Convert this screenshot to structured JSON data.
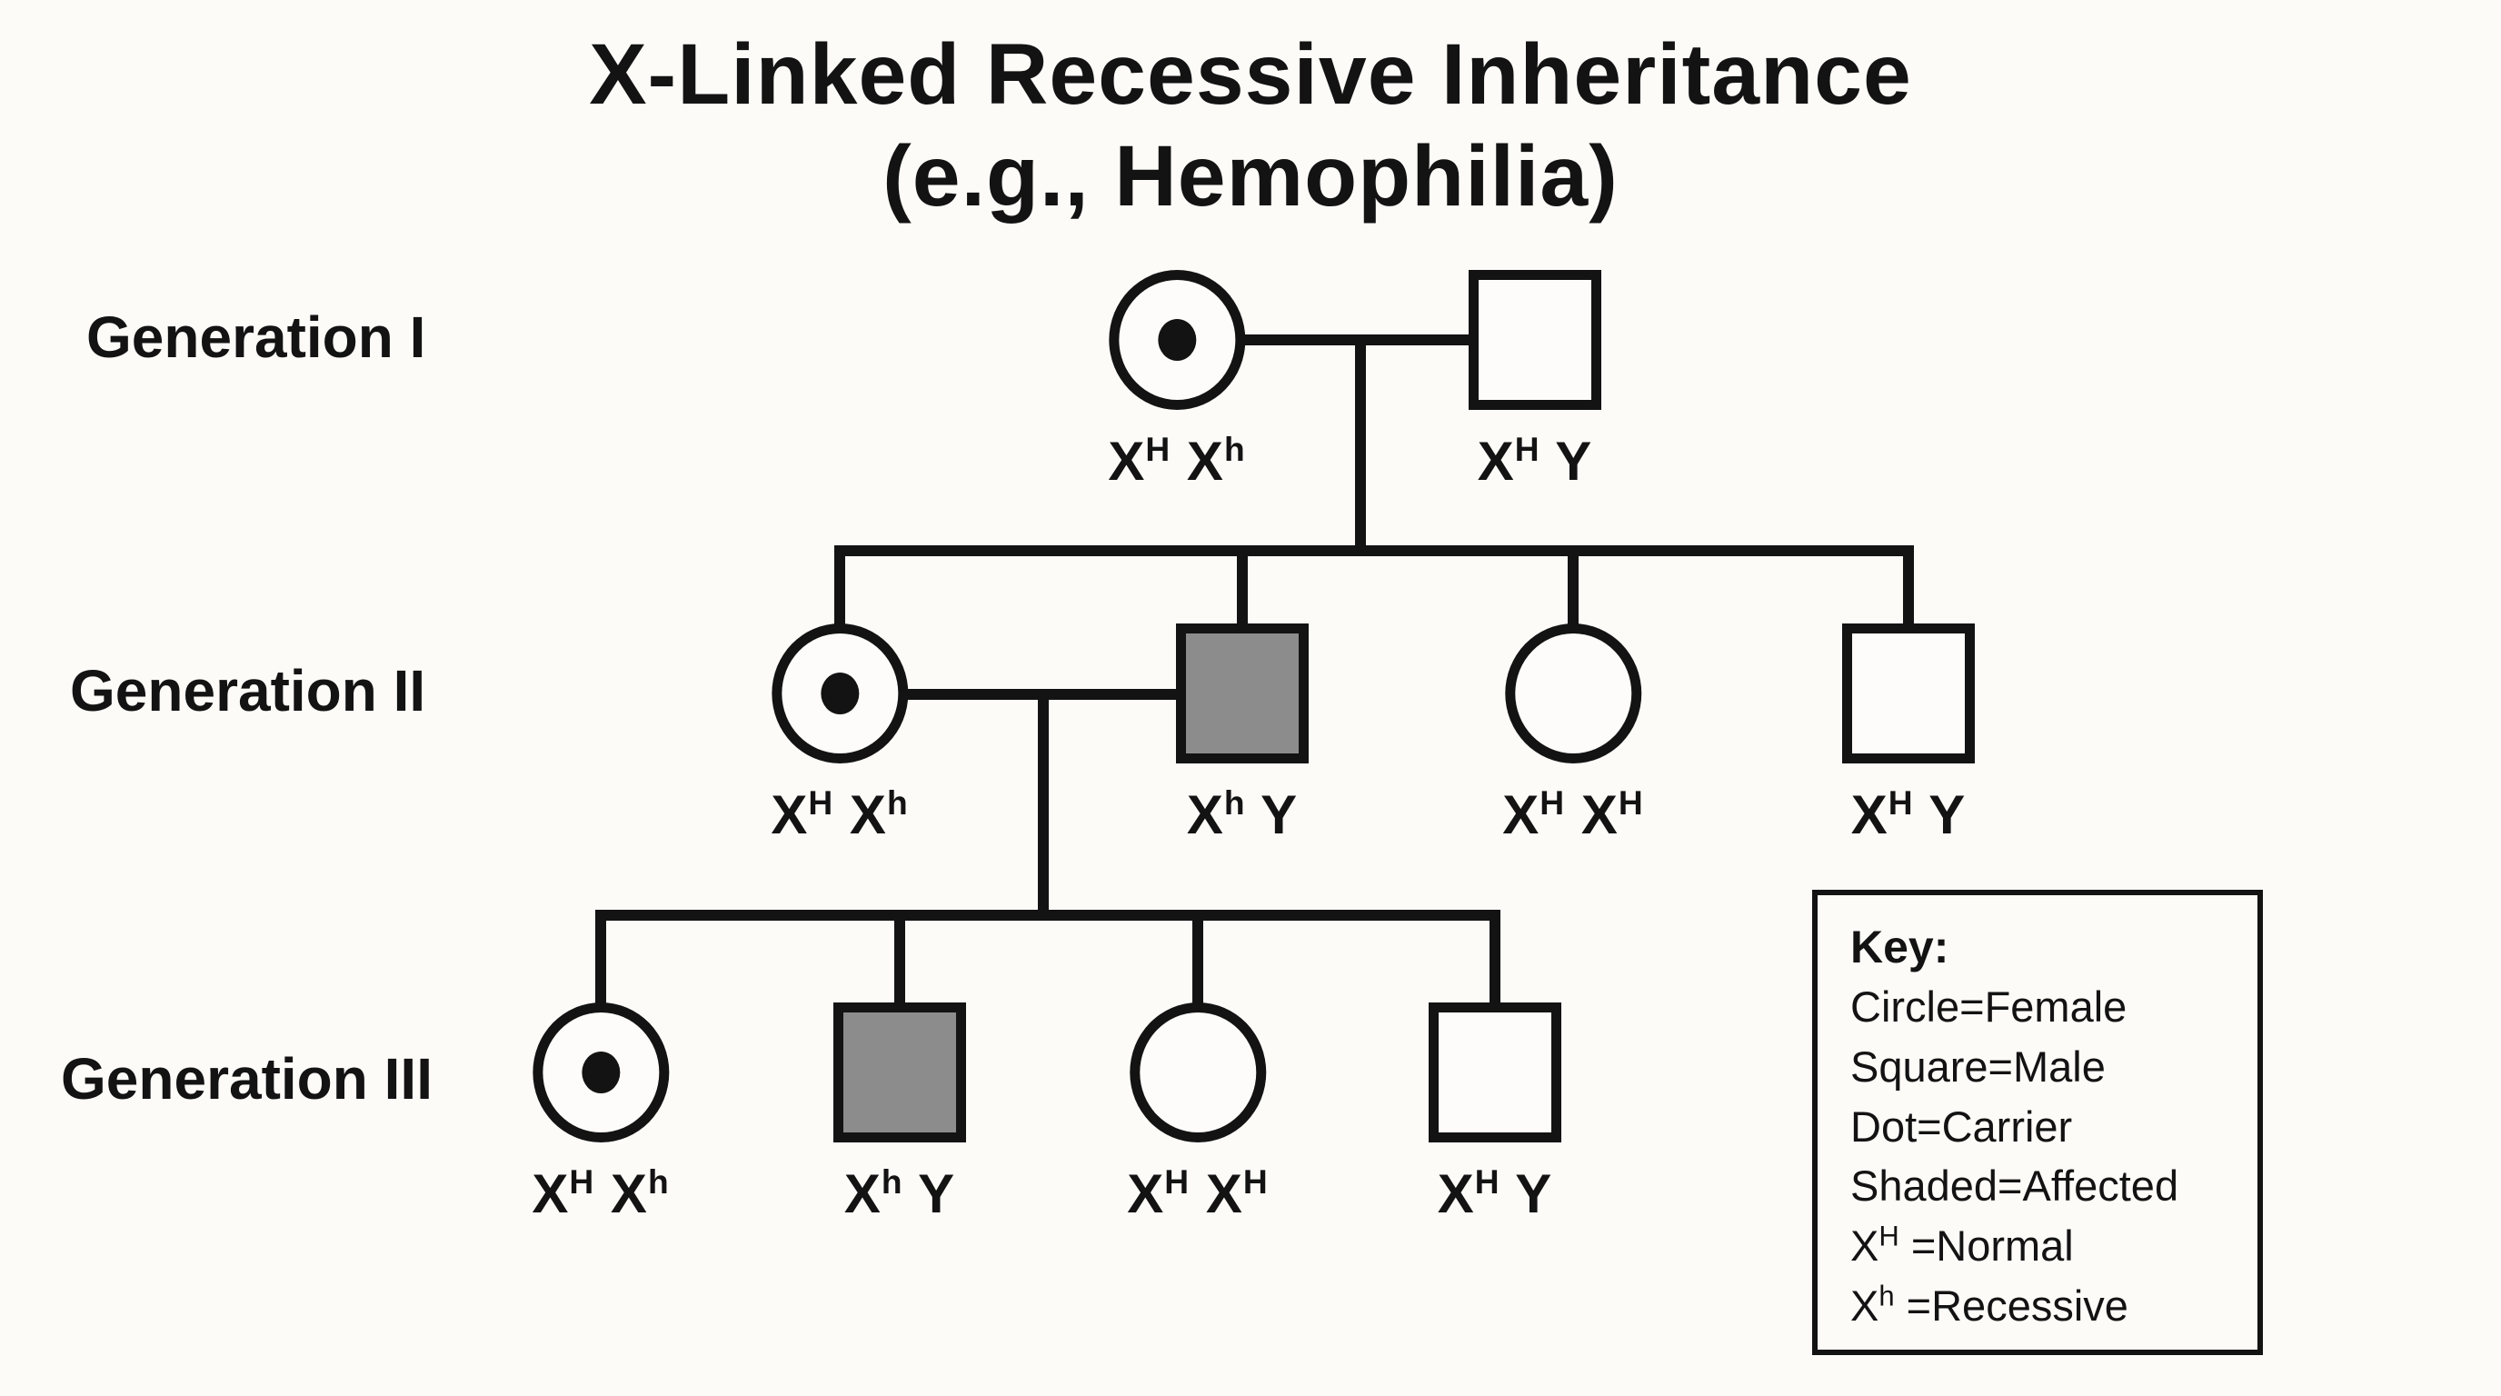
{
  "title": {
    "line1": "X-Linked Recessive Inheritance",
    "line2": "(e.g., Hemophilia)"
  },
  "colors": {
    "background": "#fcfbf8",
    "line": "#131313",
    "affected_fill": "#8c8c8c",
    "symbol_fill": "#fdfcfa"
  },
  "legend": {
    "title": "Key:",
    "entries": [
      {
        "parts": [
          {
            "t": "Circle=Female"
          }
        ]
      },
      {
        "parts": [
          {
            "t": "Square=Male"
          }
        ]
      },
      {
        "parts": [
          {
            "t": "Dot=Carrier"
          }
        ]
      },
      {
        "parts": [
          {
            "t": "Shaded=Affected"
          }
        ]
      },
      {
        "parts": [
          {
            "t": "X",
            "sup": "H"
          },
          {
            "t": " =Normal"
          }
        ]
      },
      {
        "parts": [
          {
            "t": "X",
            "sup": "h"
          },
          {
            "t": " =Recessive"
          }
        ]
      }
    ]
  },
  "pedigree": {
    "generations": [
      {
        "label": "Generation I",
        "members": [
          {
            "id": "I-1",
            "sex": "female",
            "carrier": true,
            "affected": false,
            "genotype": [
              {
                "t": "X",
                "sup": "H"
              },
              {
                "t": " X",
                "sup": "h"
              }
            ]
          },
          {
            "id": "I-2",
            "sex": "male",
            "carrier": false,
            "affected": false,
            "genotype": [
              {
                "t": "X",
                "sup": "H"
              },
              {
                "t": " Y"
              }
            ]
          }
        ]
      },
      {
        "label": "Generation II",
        "members": [
          {
            "id": "II-1",
            "sex": "female",
            "carrier": true,
            "affected": false,
            "genotype": [
              {
                "t": "X",
                "sup": "H"
              },
              {
                "t": " X",
                "sup": "h"
              }
            ]
          },
          {
            "id": "II-2",
            "sex": "male",
            "carrier": false,
            "affected": true,
            "genotype": [
              {
                "t": "X",
                "sup": "h"
              },
              {
                "t": " Y"
              }
            ]
          },
          {
            "id": "II-3",
            "sex": "female",
            "carrier": false,
            "affected": false,
            "genotype": [
              {
                "t": "X",
                "sup": "H"
              },
              {
                "t": " X",
                "sup": "H"
              }
            ]
          },
          {
            "id": "II-4",
            "sex": "male",
            "carrier": false,
            "affected": false,
            "genotype": [
              {
                "t": "X",
                "sup": "H"
              },
              {
                "t": " Y"
              }
            ]
          }
        ]
      },
      {
        "label": "Generation III",
        "members": [
          {
            "id": "III-1",
            "sex": "female",
            "carrier": true,
            "affected": false,
            "genotype": [
              {
                "t": "X",
                "sup": "H"
              },
              {
                "t": " X",
                "sup": "h"
              }
            ]
          },
          {
            "id": "III-2",
            "sex": "male",
            "carrier": false,
            "affected": true,
            "genotype": [
              {
                "t": "X",
                "sup": "h"
              },
              {
                "t": " Y"
              }
            ]
          },
          {
            "id": "III-3",
            "sex": "female",
            "carrier": false,
            "affected": false,
            "genotype": [
              {
                "t": "X",
                "sup": "H"
              },
              {
                "t": " X",
                "sup": "H"
              }
            ]
          },
          {
            "id": "III-4",
            "sex": "male",
            "carrier": false,
            "affected": false,
            "genotype": [
              {
                "t": "X",
                "sup": "H"
              },
              {
                "t": " Y"
              }
            ]
          }
        ]
      }
    ],
    "unions": [
      {
        "partners": [
          "I-1",
          "I-2"
        ],
        "children": [
          "II-1",
          "II-2",
          "II-3",
          "II-4"
        ]
      },
      {
        "partners": [
          "II-1",
          "II-2"
        ],
        "children": [
          "III-1",
          "III-2",
          "III-3",
          "III-4"
        ]
      }
    ]
  }
}
